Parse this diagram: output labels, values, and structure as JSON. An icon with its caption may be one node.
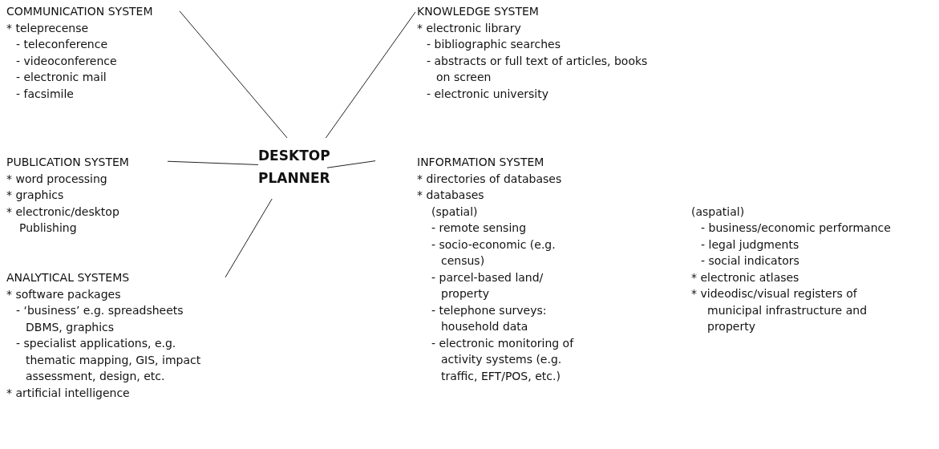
{
  "diagram": {
    "nodes": [
      {
        "text": [
          "DESKTOP PLANNER"
        ]
      },
      {
        "text": [
          "COMMUNICATION SYSTEM",
          "* teleprecense",
          "- teleconference",
          "- videoconference",
          "- electronic mail",
          "- facsimile"
        ]
      },
      {
        "text": [
          "KNOWLEDGE SYSTEM",
          "* electronic library",
          "- bibliographic searches",
          "- abstracts or full text of articles, books on screen",
          "- electronic university"
        ]
      },
      {
        "text": [
          "PUBLICATION SYSTEM",
          "* word processing",
          "* graphics",
          "* electronic/desktop Publishing"
        ]
      },
      {
        "text": [
          "INFORMATION SYSTEM",
          "* directories of databases",
          "* databases",
          "(spatial)",
          "- remote sensing",
          "- socio-economic (e.g. census)",
          "- parcel-based land/ property",
          "- telephone surveys: household data",
          "- electronic monitoring of activity systems (e.g. traffic, EFT/POS, etc.)",
          "(aspatial)",
          "- business/economic performance",
          "- legal judgments",
          "- social indicators",
          "* electronic atlases",
          "* videodisc/visual registers of municipal infrastructure and property"
        ]
      },
      {
        "text": [
          "ANALYTICAL SYSTEMS",
          "* software packages",
          "- ‘business’ e.g. spreadsheets DBMS, graphics",
          "- specialist applications, e.g. thematic mapping, GIS, impact assessment, design, etc.",
          "* artificial intelligence"
        ]
      }
    ],
    "edges": [
      {
        "from": 0,
        "to": 1,
        "arrow": "none"
      },
      {
        "from": 0,
        "to": 2,
        "arrow": "none"
      },
      {
        "from": 0,
        "to": 3,
        "arrow": "none"
      },
      {
        "from": 0,
        "to": 4,
        "arrow": "none"
      },
      {
        "from": 0,
        "to": 5,
        "arrow": "none"
      }
    ]
  }
}
